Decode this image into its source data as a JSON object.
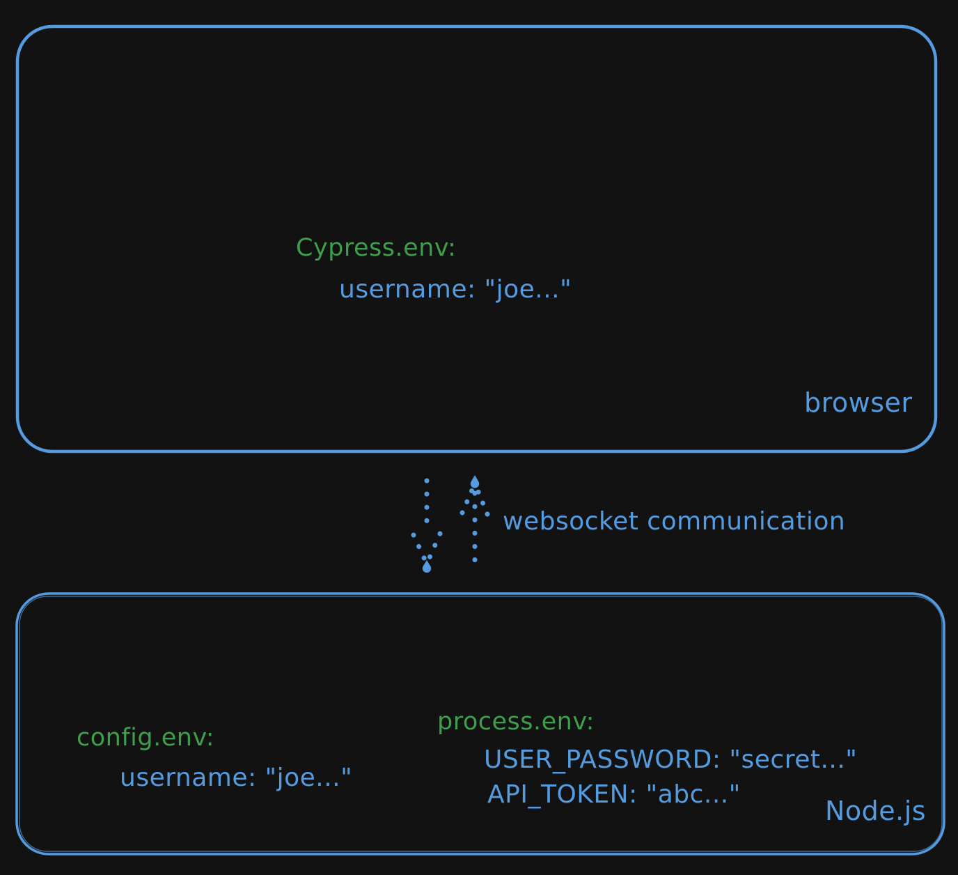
{
  "diagram": {
    "title_semantic": "Cypress environment variables: browser vs Node.js",
    "colors": {
      "background": "#121212",
      "accent_blue": "#549be0",
      "accent_green": "#3d9e4c"
    },
    "browser_box": {
      "env_title": "Cypress.env:",
      "env_entry": "username: \"joe...\"",
      "label": "browser"
    },
    "connector": {
      "label": "websocket communication",
      "down_arrow": "arrow-down",
      "up_arrow": "arrow-up"
    },
    "node_box": {
      "config_title": "config.env:",
      "config_entry": "username: \"joe...\"",
      "process_title": "process.env:",
      "process_entries": [
        "USER_PASSWORD: \"secret...\"",
        "API_TOKEN: \"abc...\""
      ],
      "label": "Node.js"
    }
  }
}
